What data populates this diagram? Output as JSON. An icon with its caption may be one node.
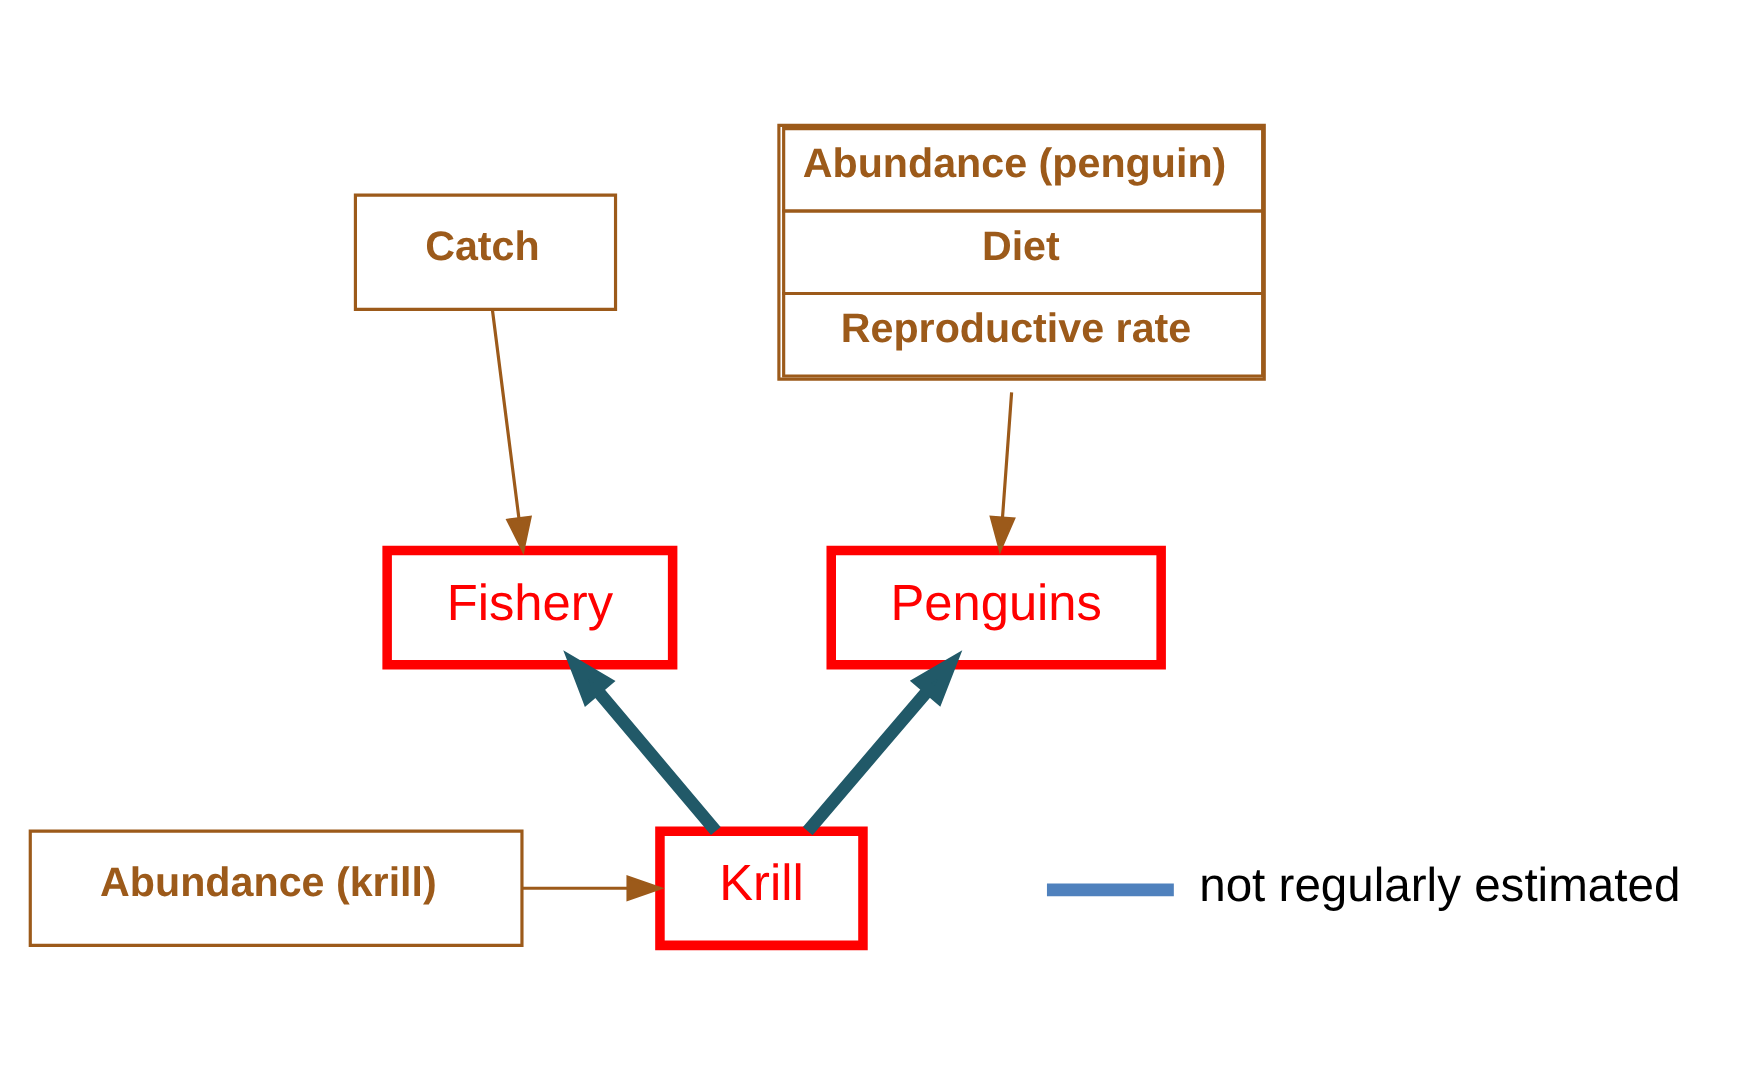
{
  "diagram": {
    "nodes": [
      {
        "text": [
          "Catch"
        ]
      },
      {
        "text": [
          "Abundance (penguin)",
          "Diet",
          "Reproductive rate"
        ]
      },
      {
        "text": [
          "Fishery"
        ]
      },
      {
        "text": [
          "Penguins"
        ]
      },
      {
        "text": [
          "Krill"
        ]
      },
      {
        "text": [
          "Abundance (krill)"
        ]
      }
    ],
    "edges": [
      {
        "from": 0,
        "to": 2,
        "arrow": "to"
      },
      {
        "from": 1,
        "to": 3,
        "arrow": "to"
      },
      {
        "from": 4,
        "to": 2,
        "arrow": "to",
        "style": "thick",
        "color": "#215968"
      },
      {
        "from": 4,
        "to": 3,
        "arrow": "to",
        "style": "thick",
        "color": "#215968"
      },
      {
        "from": 5,
        "to": 4,
        "arrow": "to"
      }
    ],
    "legend": [
      {
        "text": "not regularly estimated"
      }
    ]
  }
}
